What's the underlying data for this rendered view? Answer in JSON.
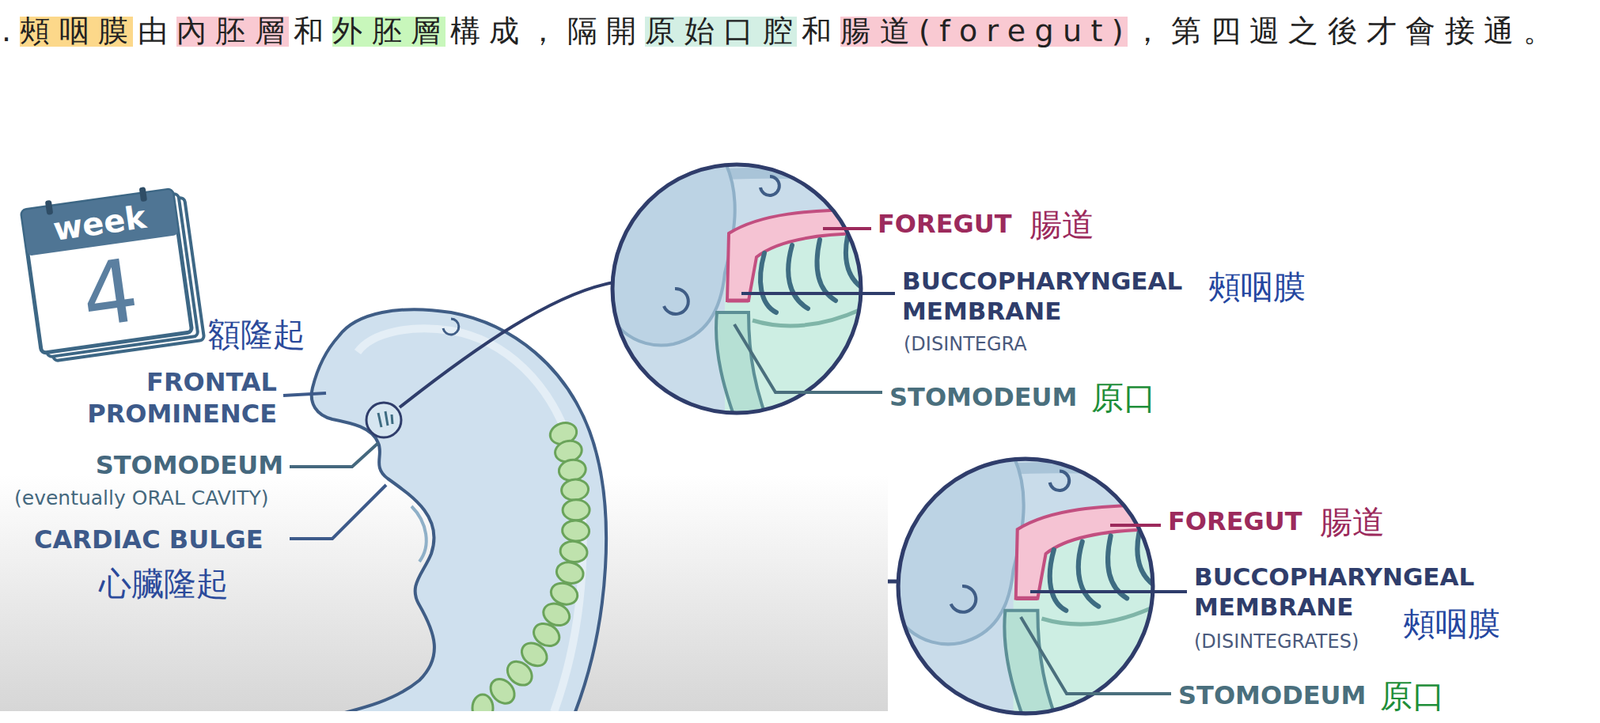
{
  "diagram": {
    "title": ".頰咽膜由內胚層和外胚層構成，隔開原始口腔和腸道(foregut)，第四週之後才會接通。",
    "labels": [
      "week",
      "4",
      "額隆起",
      "FRONTAL PROMINENCE",
      "STOMODEUM",
      "(eventually ORAL CAVITY)",
      "CARDIAC BULGE",
      "心臟隆起",
      "FOREGUT",
      "腸道",
      "BUCCOPHARYNGEAL MEMBRANE",
      "頰咽膜",
      "(DISINTEGRA",
      "STOMODEUM",
      "原口",
      "FOREGUT",
      "腸道",
      "BUCCOPHARYNGEAL MEMBRANE",
      "(DISINTEGRATES)",
      "頰咽膜",
      "STOMODEUM",
      "原口"
    ]
  }
}
